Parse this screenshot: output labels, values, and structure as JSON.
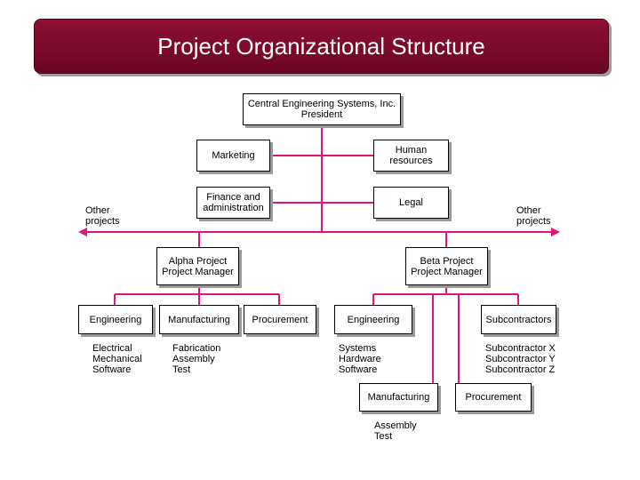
{
  "title": "Project Organizational Structure",
  "president": {
    "line1": "Central Engineering Systems, Inc.",
    "line2": "President"
  },
  "staff": {
    "marketing": "Marketing",
    "human_resources": {
      "line1": "Human",
      "line2": "resources"
    },
    "finance": {
      "line1": "Finance and",
      "line2": "administration"
    },
    "legal": "Legal"
  },
  "other_projects_left": {
    "line1": "Other",
    "line2": "projects"
  },
  "other_projects_right": {
    "line1": "Other",
    "line2": "projects"
  },
  "alpha": {
    "manager": {
      "line1": "Alpha Project",
      "line2": "Project Manager"
    },
    "engineering": "Engineering",
    "manufacturing": "Manufacturing",
    "procurement": "Procurement",
    "engineering_notes": [
      "Electrical",
      "Mechanical",
      "Software"
    ],
    "manufacturing_notes": [
      "Fabrication",
      "Assembly",
      "Test"
    ]
  },
  "beta": {
    "manager": {
      "line1": "Beta Project",
      "line2": "Project Manager"
    },
    "engineering": "Engineering",
    "subcontractors": "Subcontractors",
    "manufacturing": "Manufacturing",
    "procurement": "Procurement",
    "engineering_notes": [
      "Systems",
      "Hardware",
      "Software"
    ],
    "subcontractor_notes": [
      "Subcontractor X",
      "Subcontractor Y",
      "Subcontractor Z"
    ],
    "manufacturing_notes": [
      "Assembly",
      "Test"
    ]
  },
  "colors": {
    "line": "#e0147a",
    "title_bg": "#7a0a2e"
  }
}
